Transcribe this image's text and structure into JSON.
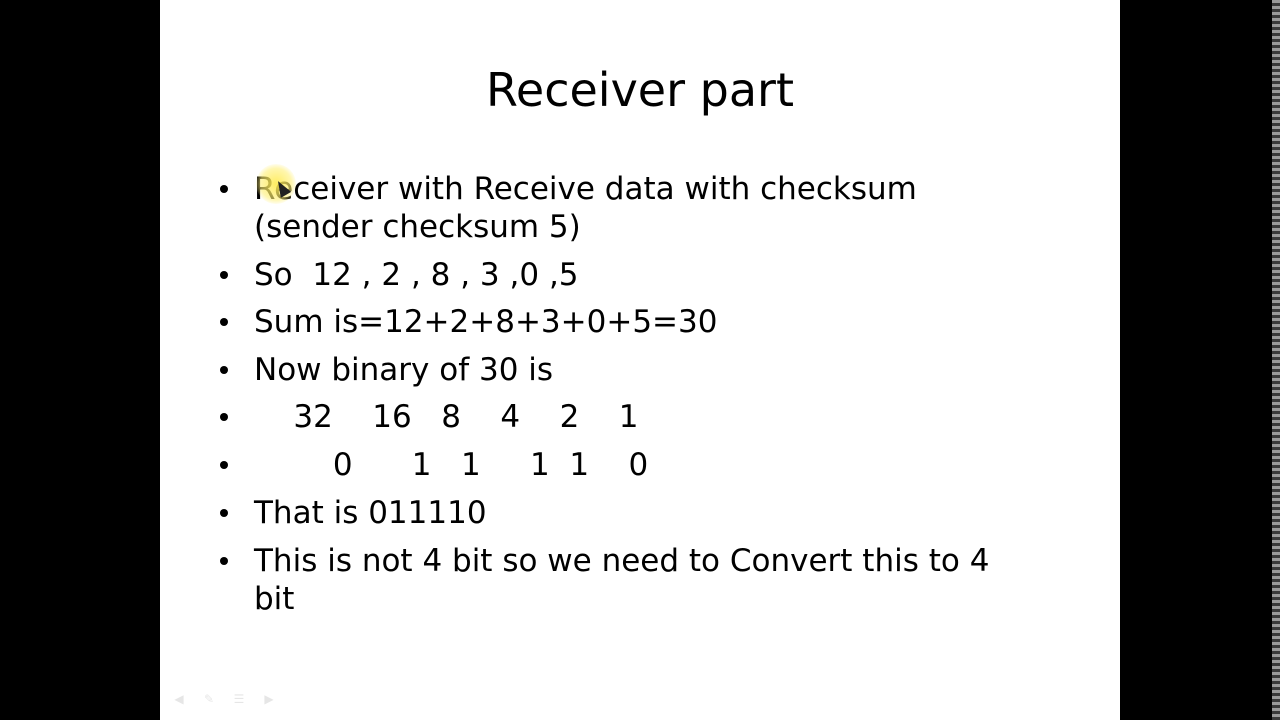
{
  "slide": {
    "title": "Receiver part",
    "bullets": [
      "Receiver with Receive data with checksum (sender checksum 5)",
      "So  12 , 2 , 8 , 3 ,0 ,5",
      "Sum is=12+2+8+3+0+5=30",
      "Now binary of 30 is",
      "    32    16   8    4    2    1",
      "        0      1   1     1  1    0",
      "That is 011110",
      "This is not 4 bit so we need to Convert this to 4 bit"
    ]
  },
  "controls": {
    "prev_icon": "arrow-left-icon",
    "pen_icon": "pen-icon",
    "menu_icon": "menu-icon",
    "next_icon": "arrow-right-icon"
  },
  "colors": {
    "slide_bg": "#ffffff",
    "outer_bg": "#000000",
    "pointer_highlight": "#ffeb50"
  }
}
